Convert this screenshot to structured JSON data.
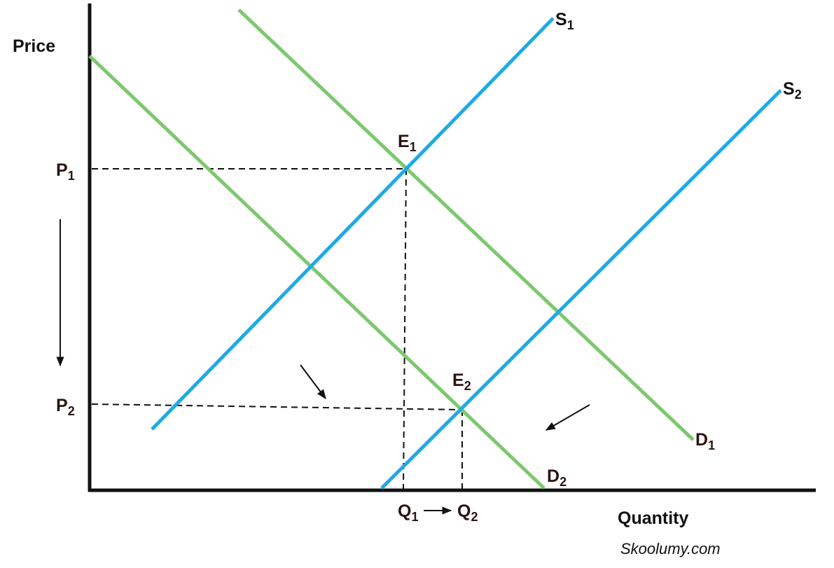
{
  "axes": {
    "y_label": "Price",
    "x_label": "Quantity"
  },
  "curves": {
    "s1": {
      "name": "S",
      "sub": "1",
      "color": "#1eaae6"
    },
    "s2": {
      "name": "S",
      "sub": "2",
      "color": "#1eaae6"
    },
    "d1": {
      "name": "D",
      "sub": "1",
      "color": "#7cc86e"
    },
    "d2": {
      "name": "D",
      "sub": "2",
      "color": "#7cc86e"
    }
  },
  "points": {
    "e1": {
      "name": "E",
      "sub": "1"
    },
    "e2": {
      "name": "E",
      "sub": "2"
    }
  },
  "prices": {
    "p1": {
      "name": "P",
      "sub": "1"
    },
    "p2": {
      "name": "P",
      "sub": "2"
    }
  },
  "quantities": {
    "q1": {
      "name": "Q",
      "sub": "1"
    },
    "q2": {
      "name": "Q",
      "sub": "2"
    }
  },
  "credit": "Skoolumy.com"
}
